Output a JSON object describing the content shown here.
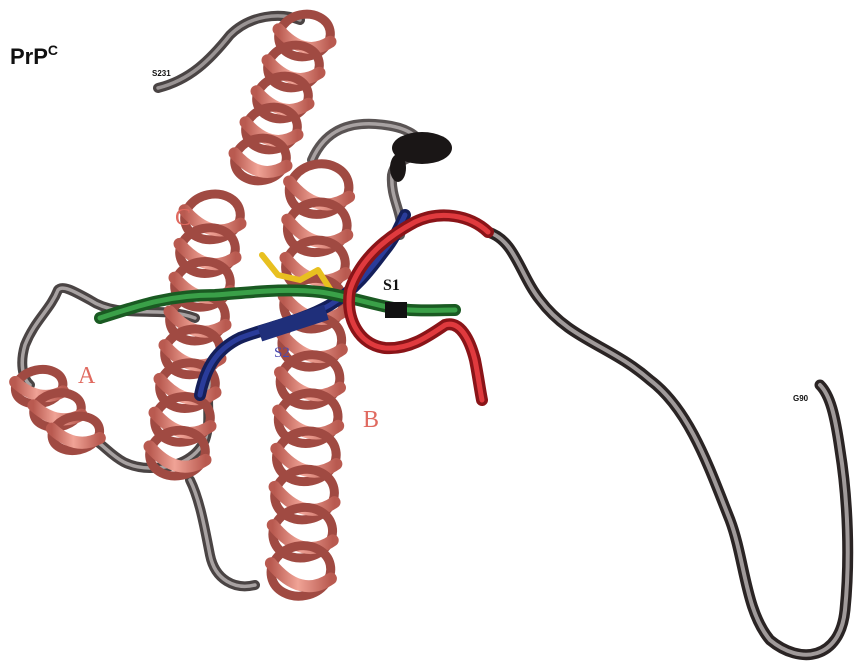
{
  "figure": {
    "title_main": "PrP",
    "title_sup": "C",
    "terminus_c": "S231",
    "terminus_n": "G90",
    "helix_a": "A",
    "helix_b": "B",
    "helix_c": "C",
    "strand_1": "S1",
    "strand_2": "S2"
  },
  "colors": {
    "helix": "#e08a7e",
    "helix_dark": "#b95a50",
    "coil": "#8a8585",
    "coil_dark": "#3b3535",
    "strand1": "#2e8b3a",
    "strand2": "#1f2f7a",
    "loop_red": "#d8282c",
    "disulfide": "#e8c020",
    "label_helix": "#e06a60",
    "label_s2": "#4a4ab0",
    "label_dark": "#111111"
  }
}
